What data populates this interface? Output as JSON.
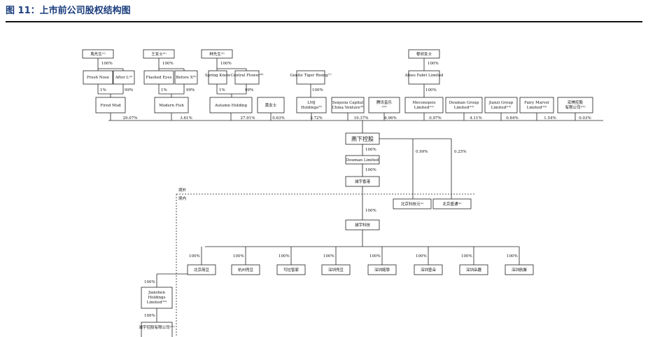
{
  "header": {
    "title": "图 11：上市前公司股权结构图"
  },
  "top_people": [
    {
      "id": "ma",
      "label": "馬先生⁽¹⁾",
      "pct": "100%"
    },
    {
      "id": "wang",
      "label": "王女士⁽²⁾",
      "pct": "100%"
    },
    {
      "id": "lin",
      "label": "林先生⁽³⁾",
      "pct": "100%"
    },
    {
      "id": "li",
      "label": "黎欣女士",
      "pct": "100%"
    }
  ],
  "mid_entities": [
    {
      "label": "Fresh Nose",
      "pct": "1%"
    },
    {
      "label": "After L⁽⁴⁾",
      "pct": "99%"
    },
    {
      "label": "Flashed Eyes",
      "pct": "1%"
    },
    {
      "label": "Before X⁽⁵⁾",
      "pct": "99%"
    },
    {
      "label": "Spring Know",
      "pct": "1%"
    },
    {
      "label": "Central Flower⁽⁶⁾",
      "pct": "99%"
    },
    {
      "label": "Gentle Tiger Rising⁽⁷⁾",
      "pct": "100%"
    },
    {
      "label": "Abies Fabri Limited",
      "pct": "100%"
    }
  ],
  "shareholders": [
    {
      "label": "Fired Mud",
      "pct": "29.07%"
    },
    {
      "label": "Modern Fish",
      "pct": "3.61%"
    },
    {
      "label": "Autumn Holding",
      "pct": "27.91%"
    },
    {
      "label": "黄女士",
      "pct": "0.63%"
    },
    {
      "label": "LMJ Holdings⁽⁸⁾",
      "pct": "3.72%"
    },
    {
      "label": "Sequoia Capital China Venture⁽⁹⁾",
      "pct": "19.37%"
    },
    {
      "label": "腾讯音乐⁽¹⁰⁾",
      "pct": "6.96%"
    },
    {
      "label": "Meconopsis Limited⁽¹¹⁾",
      "pct": "0.97%"
    },
    {
      "label": "Douman Group Limited⁽¹²⁾",
      "pct": "4.11%"
    },
    {
      "label": "Jianzi Group Limited⁽¹³⁾",
      "pct": "0.84%"
    },
    {
      "label": "Fairy Marvel Limited⁽¹⁴⁾",
      "pct": "1.54%"
    },
    {
      "label": "宏棋控股有限公司⁽¹⁵⁾",
      "pct": "0.03%"
    }
  ],
  "company": {
    "holding": "燕下控股",
    "douman": "Douman Limited",
    "douman_pct": "100%",
    "holding_pct": "100%",
    "hk": "減宇香港",
    "hk_pct": "100%",
    "tech": "減宇科技",
    "right_pct_a": "0.99%",
    "right_pct_b": "0.25%",
    "right_a": "北京科技元⁽ᵃ⁾",
    "right_b": "北京盛通⁽ᵇ⁾",
    "offshore": "境外",
    "onshore": "境内"
  },
  "subsidiaries": [
    {
      "label": "北京简豆",
      "pct": "100%"
    },
    {
      "label": "杭州兜豆",
      "pct": "100%"
    },
    {
      "label": "可拉智家",
      "pct": "100%"
    },
    {
      "label": "深圳兜豆",
      "pct": "100%"
    },
    {
      "label": "深圳諾學",
      "pct": "100%"
    },
    {
      "label": "深圳壹朵",
      "pct": "100%"
    },
    {
      "label": "深圳朵趣",
      "pct": "100%"
    },
    {
      "label": "深圳航聚",
      "pct": "100%"
    }
  ],
  "bottom_left": {
    "jianshen": "Jianshen Holdings Limited⁽¹⁶⁾",
    "jianshen_pct": "100%",
    "holding2": "減宇控股有限公司⁽¹⁷⁾",
    "holding2_pct": "100%"
  }
}
